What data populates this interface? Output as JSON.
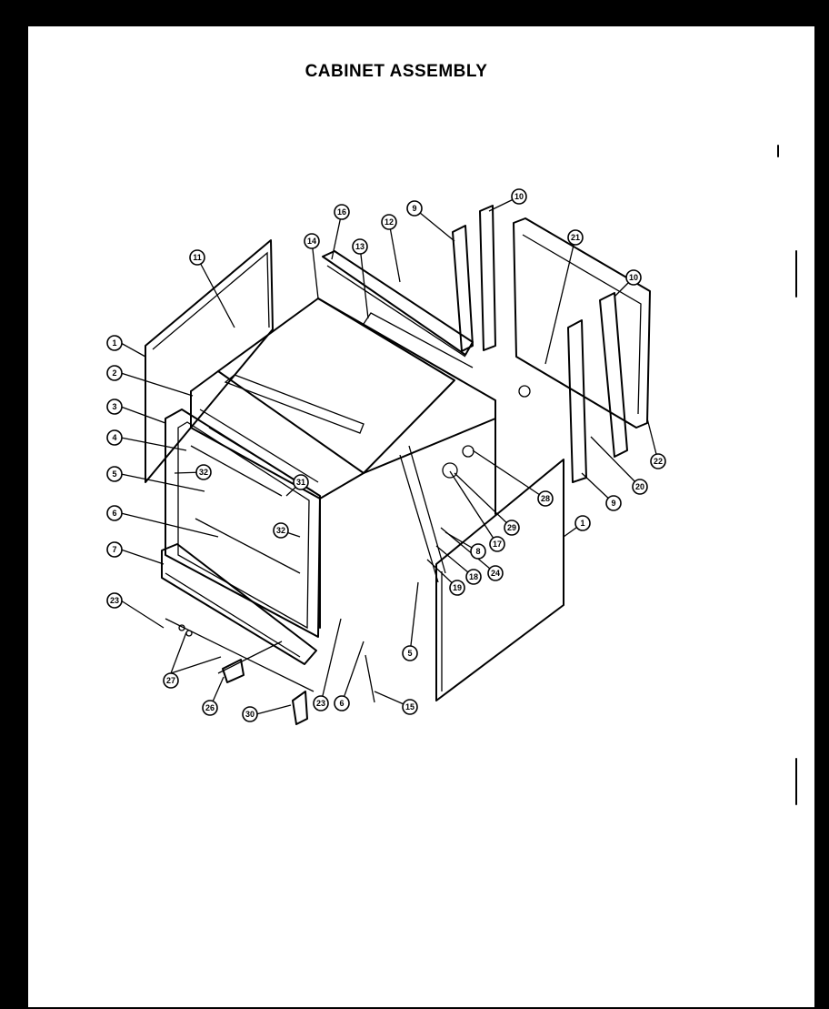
{
  "title": "CABINET ASSEMBLY",
  "callouts": [
    {
      "label": "1"
    },
    {
      "label": "2"
    },
    {
      "label": "3"
    },
    {
      "label": "4"
    },
    {
      "label": "5"
    },
    {
      "label": "6"
    },
    {
      "label": "7"
    },
    {
      "label": "23"
    },
    {
      "label": "27"
    },
    {
      "label": "26"
    },
    {
      "label": "30"
    },
    {
      "label": "23"
    },
    {
      "label": "6"
    },
    {
      "label": "15"
    },
    {
      "label": "5"
    },
    {
      "label": "11"
    },
    {
      "label": "14"
    },
    {
      "label": "16"
    },
    {
      "label": "13"
    },
    {
      "label": "12"
    },
    {
      "label": "9"
    },
    {
      "label": "10"
    },
    {
      "label": "21"
    },
    {
      "label": "10"
    },
    {
      "label": "22"
    },
    {
      "label": "20"
    },
    {
      "label": "9"
    },
    {
      "label": "1"
    },
    {
      "label": "28"
    },
    {
      "label": "29"
    },
    {
      "label": "17"
    },
    {
      "label": "8"
    },
    {
      "label": "24"
    },
    {
      "label": "18"
    },
    {
      "label": "19"
    },
    {
      "label": "32"
    },
    {
      "label": "31"
    },
    {
      "label": "32"
    }
  ]
}
